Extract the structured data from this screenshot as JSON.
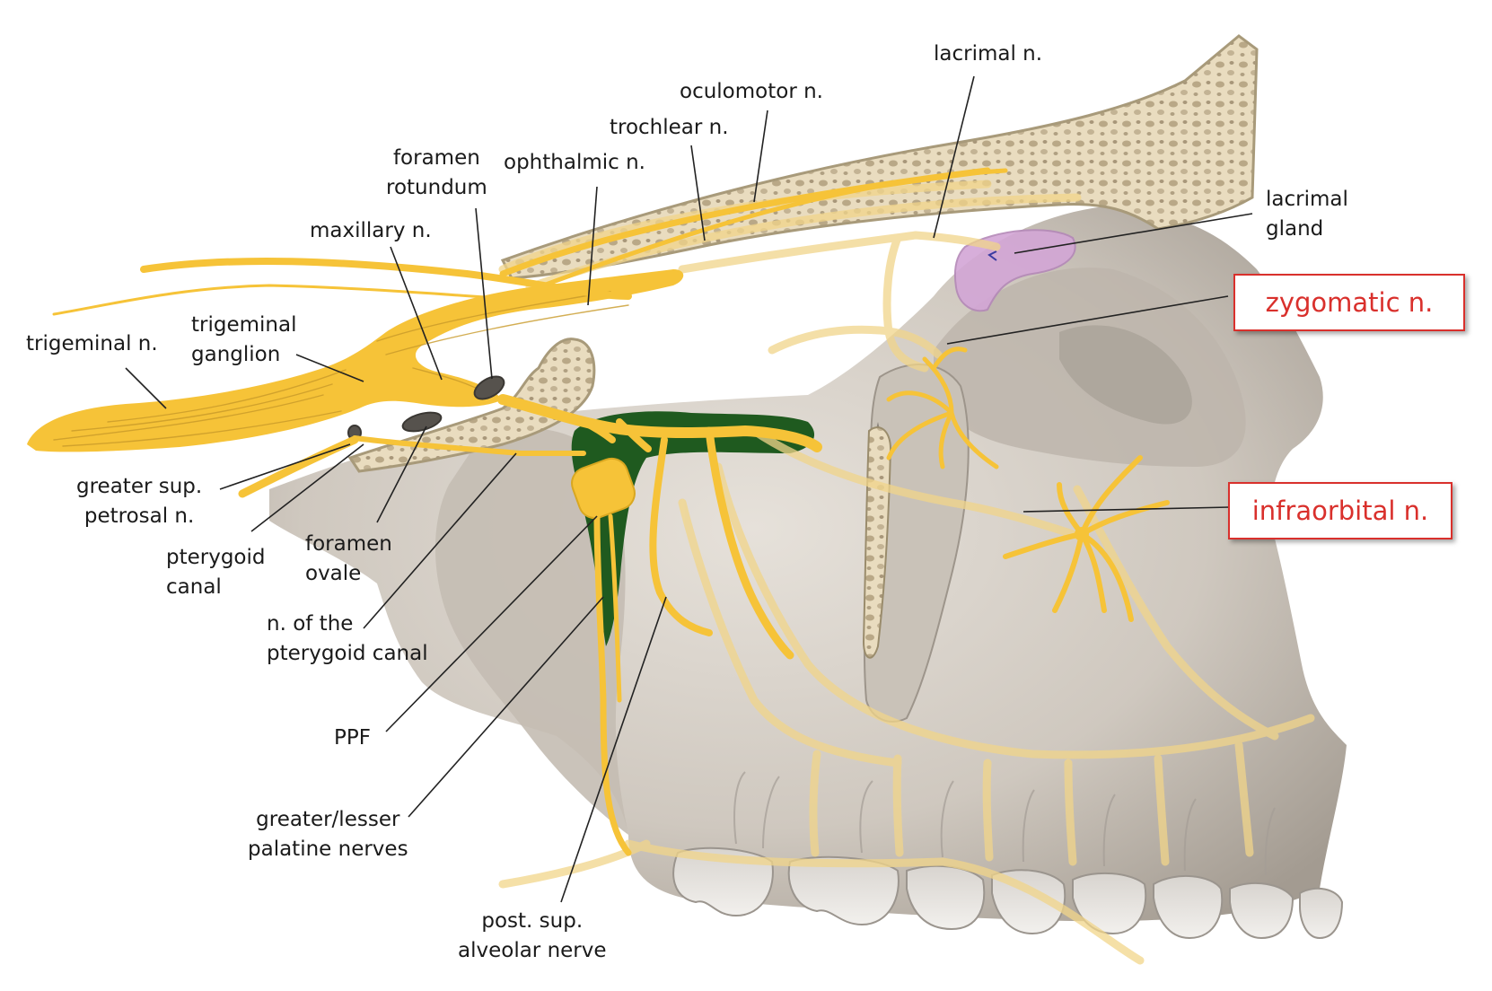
{
  "labels": {
    "lacrimal_n": "lacrimal n.",
    "oculomotor_n": "oculomotor n.",
    "trochlear_n": "trochlear n.",
    "ophthalmic_n": "ophthalmic n.",
    "foramen_rotundum": [
      "foramen",
      "rotundum"
    ],
    "maxillary_n": "maxillary n.",
    "trigeminal_ganglion": [
      "trigeminal",
      "ganglion"
    ],
    "trigeminal_n": "trigeminal n.",
    "lacrimal_gland": [
      "lacrimal",
      "gland"
    ],
    "zygomatic_n": "zygomatic n.",
    "infraorbital_n": "infraorbital n.",
    "greater_sup_petrosal_n": [
      "greater sup.",
      "petrosal n."
    ],
    "pterygoid_canal": [
      "pterygoid",
      "canal"
    ],
    "foramen_ovale": [
      "foramen",
      "ovale"
    ],
    "n_of_pterygoid_canal": [
      "n. of the",
      "pterygoid canal"
    ],
    "ppf": "PPF",
    "palatine_nerves": [
      "greater/lesser",
      "palatine nerves"
    ],
    "post_sup_alveolar": [
      "post. sup.",
      "alveolar nerve"
    ]
  },
  "colors": {
    "nerve": "#f6c338",
    "nerve_faint": "#f3d98e",
    "bone": "#cfc7bd",
    "bone_dark": "#a9a197",
    "cancellous": "#e8dcc0",
    "ppf_fill": "#1f5a1f",
    "gland": "#d3a6d6",
    "highlight_box": "#d9302c",
    "leader": "#222222"
  }
}
